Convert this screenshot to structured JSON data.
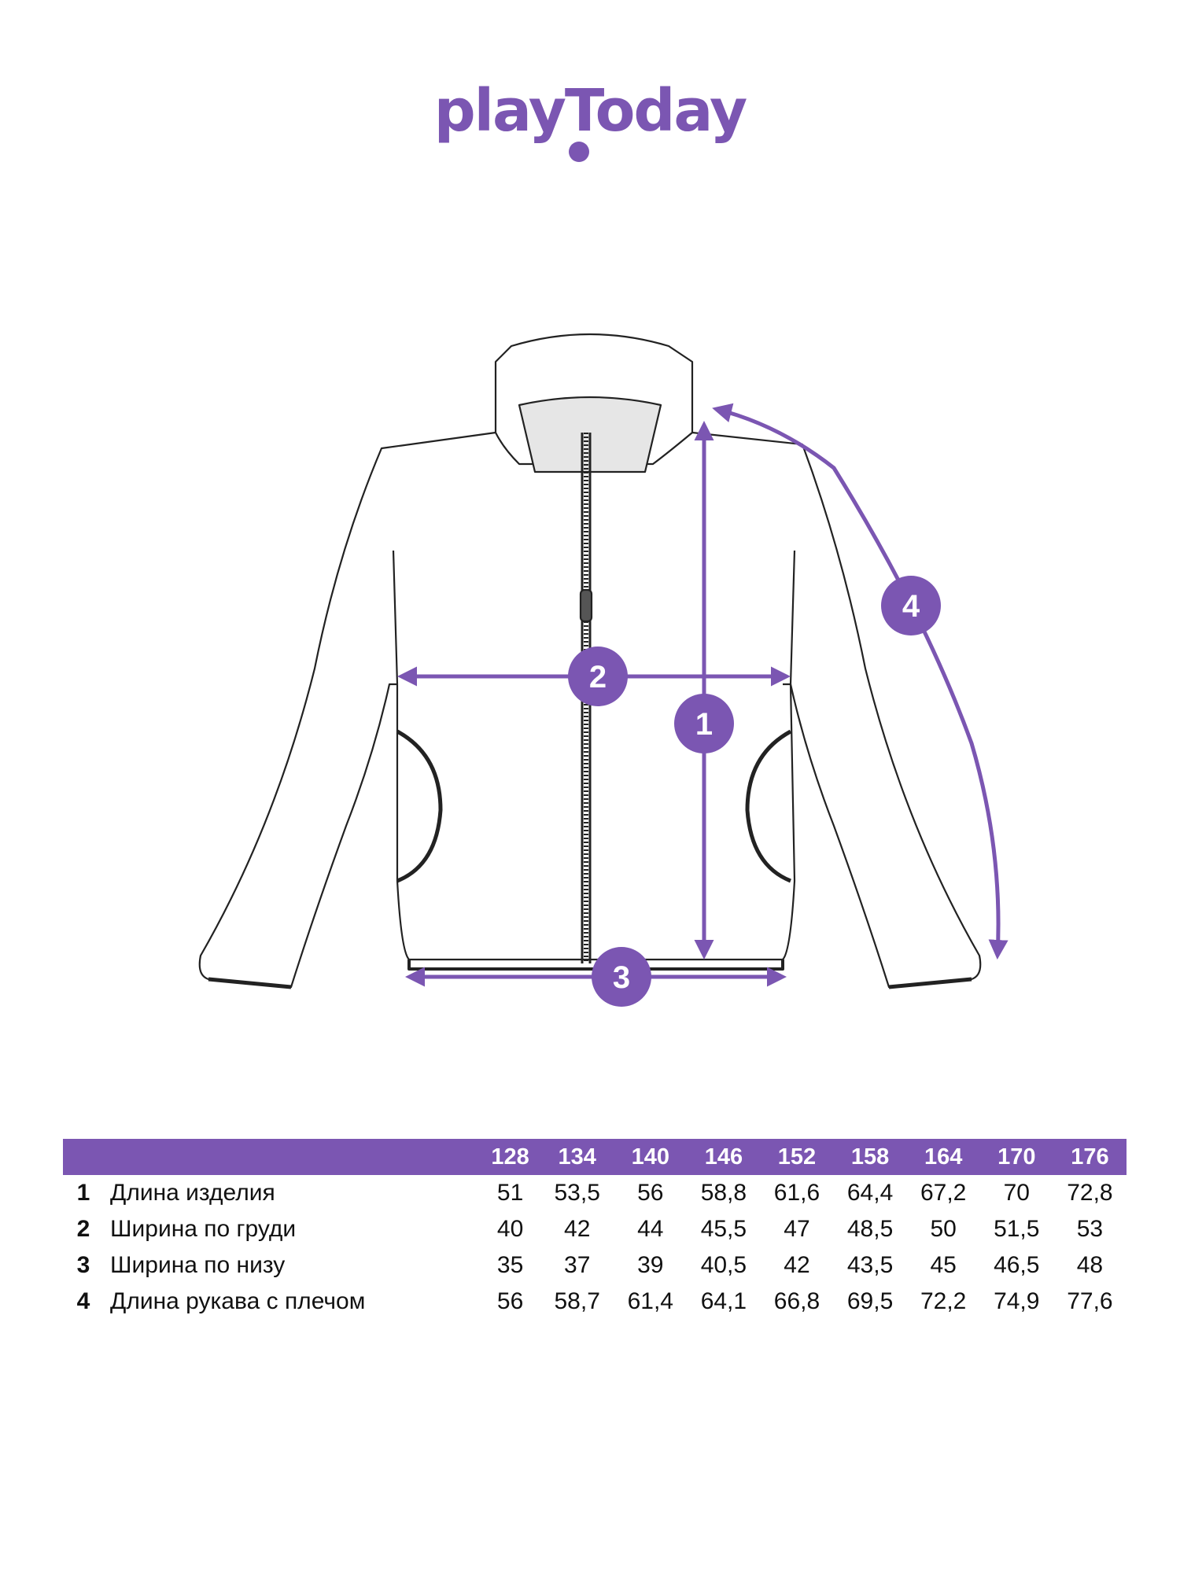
{
  "brand": {
    "logo_text": "playToday",
    "color": "#7b56b2"
  },
  "drawing": {
    "subject": "jacket-flat-sketch",
    "markers": [
      "1",
      "2",
      "3",
      "4"
    ]
  },
  "size_table": {
    "sizes": [
      "128",
      "134",
      "140",
      "146",
      "152",
      "158",
      "164",
      "170",
      "176"
    ],
    "rows": [
      {
        "num": "1",
        "label": "Длина изделия",
        "values": [
          "51",
          "53,5",
          "56",
          "58,8",
          "61,6",
          "64,4",
          "67,2",
          "70",
          "72,8"
        ]
      },
      {
        "num": "2",
        "label": "Ширина по груди",
        "values": [
          "40",
          "42",
          "44",
          "45,5",
          "47",
          "48,5",
          "50",
          "51,5",
          "53"
        ]
      },
      {
        "num": "3",
        "label": "Ширина по низу",
        "values": [
          "35",
          "37",
          "39",
          "40,5",
          "42",
          "43,5",
          "45",
          "46,5",
          "48"
        ]
      },
      {
        "num": "4",
        "label": "Длина рукава с плечом",
        "values": [
          "56",
          "58,7",
          "61,4",
          "64,1",
          "66,8",
          "69,5",
          "72,2",
          "74,9",
          "77,6"
        ]
      }
    ]
  }
}
